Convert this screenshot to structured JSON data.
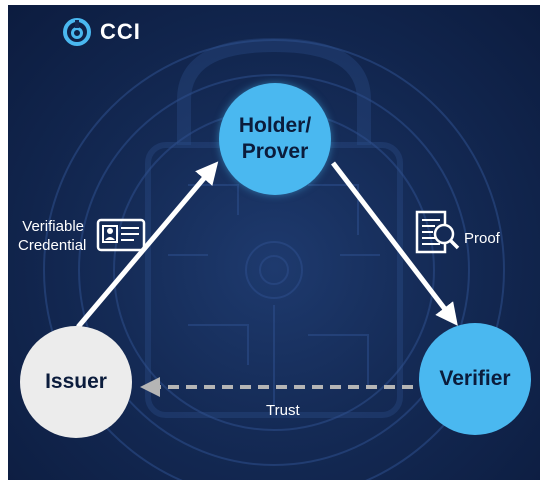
{
  "logo": {
    "name": "CCI"
  },
  "nodes": {
    "holder": {
      "label_line1": "Holder/",
      "label_line2": "Prover"
    },
    "issuer": {
      "label": "Issuer"
    },
    "verifier": {
      "label": "Verifier"
    }
  },
  "edges": {
    "credential": {
      "label_line1": "Verifiable",
      "label_line2": "Credential"
    },
    "proof": {
      "label": "Proof"
    },
    "trust": {
      "label": "Trust"
    }
  },
  "colors": {
    "background": "#142a55",
    "node_blue": "#4ab8f0",
    "node_gray": "#ececec",
    "arrow_white": "#ffffff",
    "arrow_dashed": "#a8a8a8"
  }
}
